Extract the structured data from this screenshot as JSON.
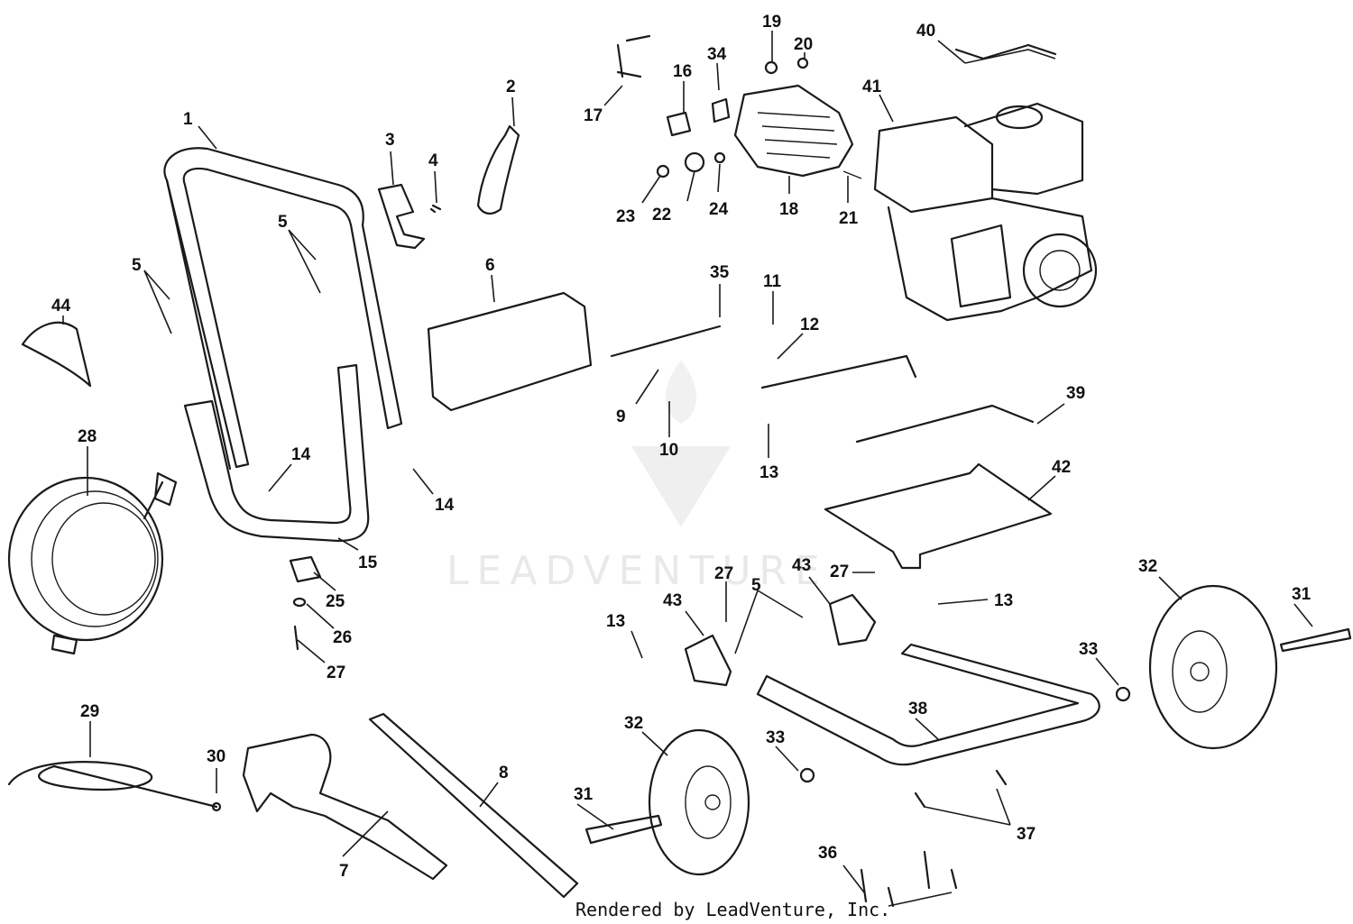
{
  "watermark": {
    "text": "LEADVENTURE"
  },
  "footer": {
    "text": "Rendered by LeadVenture, Inc."
  },
  "callouts": [
    {
      "id": "c1",
      "label": "1"
    },
    {
      "id": "c2",
      "label": "2"
    },
    {
      "id": "c3",
      "label": "3"
    },
    {
      "id": "c4",
      "label": "4"
    },
    {
      "id": "c5a",
      "label": "5"
    },
    {
      "id": "c5b",
      "label": "5"
    },
    {
      "id": "c5c",
      "label": "5"
    },
    {
      "id": "c6",
      "label": "6"
    },
    {
      "id": "c7",
      "label": "7"
    },
    {
      "id": "c8",
      "label": "8"
    },
    {
      "id": "c9",
      "label": "9"
    },
    {
      "id": "c10",
      "label": "10"
    },
    {
      "id": "c11",
      "label": "11"
    },
    {
      "id": "c12",
      "label": "12"
    },
    {
      "id": "c13a",
      "label": "13"
    },
    {
      "id": "c13b",
      "label": "13"
    },
    {
      "id": "c13c",
      "label": "13"
    },
    {
      "id": "c14a",
      "label": "14"
    },
    {
      "id": "c14b",
      "label": "14"
    },
    {
      "id": "c15",
      "label": "15"
    },
    {
      "id": "c16",
      "label": "16"
    },
    {
      "id": "c17",
      "label": "17"
    },
    {
      "id": "c18",
      "label": "18"
    },
    {
      "id": "c19",
      "label": "19"
    },
    {
      "id": "c20",
      "label": "20"
    },
    {
      "id": "c21",
      "label": "21"
    },
    {
      "id": "c22",
      "label": "22"
    },
    {
      "id": "c23",
      "label": "23"
    },
    {
      "id": "c24",
      "label": "24"
    },
    {
      "id": "c25",
      "label": "25"
    },
    {
      "id": "c26",
      "label": "26"
    },
    {
      "id": "c27a",
      "label": "27"
    },
    {
      "id": "c27b",
      "label": "27"
    },
    {
      "id": "c27c",
      "label": "27"
    },
    {
      "id": "c28",
      "label": "28"
    },
    {
      "id": "c29",
      "label": "29"
    },
    {
      "id": "c30",
      "label": "30"
    },
    {
      "id": "c31a",
      "label": "31"
    },
    {
      "id": "c31b",
      "label": "31"
    },
    {
      "id": "c32a",
      "label": "32"
    },
    {
      "id": "c32b",
      "label": "32"
    },
    {
      "id": "c33a",
      "label": "33"
    },
    {
      "id": "c33b",
      "label": "33"
    },
    {
      "id": "c34",
      "label": "34"
    },
    {
      "id": "c35",
      "label": "35"
    },
    {
      "id": "c36",
      "label": "36"
    },
    {
      "id": "c37",
      "label": "37"
    },
    {
      "id": "c38",
      "label": "38"
    },
    {
      "id": "c39",
      "label": "39"
    },
    {
      "id": "c40",
      "label": "40"
    },
    {
      "id": "c41",
      "label": "41"
    },
    {
      "id": "c42",
      "label": "42"
    },
    {
      "id": "c43a",
      "label": "43"
    },
    {
      "id": "c43b",
      "label": "43"
    },
    {
      "id": "c44",
      "label": "44"
    }
  ]
}
